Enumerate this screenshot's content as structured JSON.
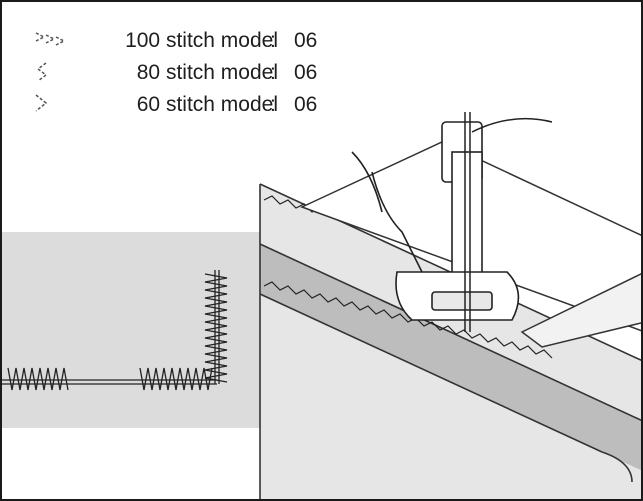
{
  "legend": {
    "items": [
      {
        "label": "100 stitch model",
        "separator": ":",
        "value": "06",
        "icon": "zigzag-stitch-icon"
      },
      {
        "label": "80 stitch model",
        "separator": ":",
        "value": "06",
        "icon": "zigzag-stitch-icon"
      },
      {
        "label": "60 stitch model",
        "separator": ":",
        "value": "06",
        "icon": "zigzag-stitch-icon"
      }
    ]
  },
  "colors": {
    "border": "#1a1a1a",
    "fabric": "#d9d9d9",
    "fabric_band": "#bdbdbd",
    "line": "#333333"
  }
}
